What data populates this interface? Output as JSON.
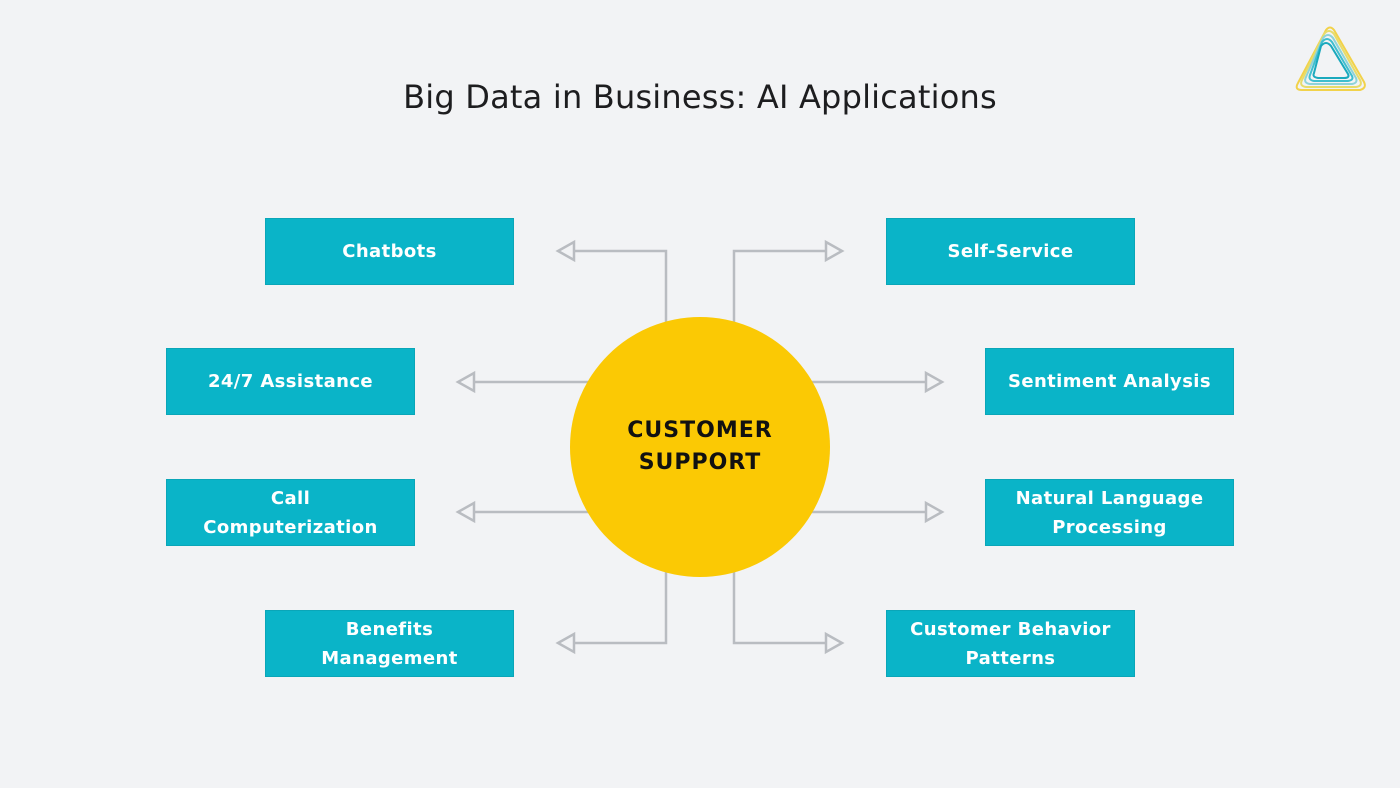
{
  "title": "Big Data in Business: AI Applications",
  "center": "CUSTOMER SUPPORT",
  "nodes": {
    "chatbots": "Chatbots",
    "assistance": "24/7 Assistance",
    "call_computerization": "Call Computerization",
    "benefits_management": "Benefits Management",
    "self_service": "Self-Service",
    "sentiment_analysis": "Sentiment Analysis",
    "nlp": "Natural Language Processing",
    "behavior_patterns": "Customer Behavior Patterns"
  },
  "colors": {
    "background": "#f2f3f5",
    "node": "#0ab4c8",
    "hub": "#fbc904",
    "connector": "#b9bcc1"
  },
  "icons": {
    "logo": "layered-triangle-logo-icon",
    "arrow": "hollow-arrowhead-icon"
  }
}
